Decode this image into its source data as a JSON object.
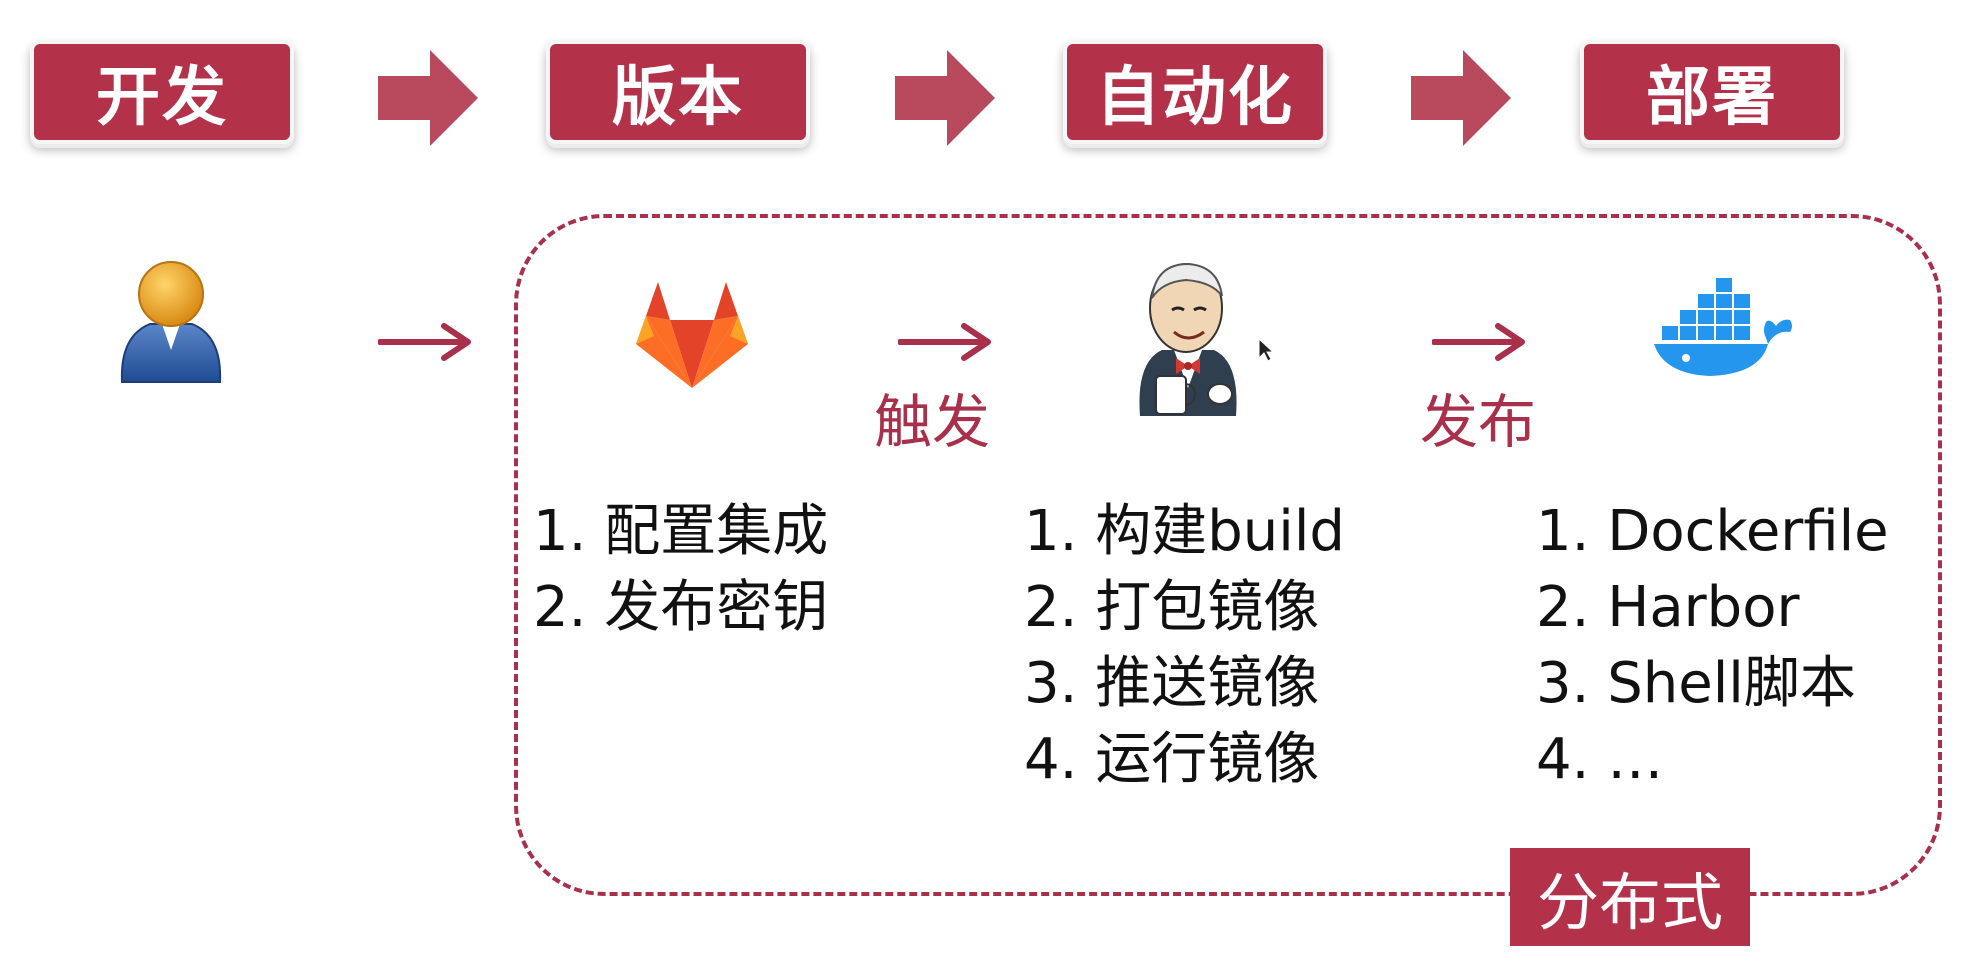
{
  "stages": [
    "开发",
    "版本",
    "自动化",
    "部署"
  ],
  "flow_labels": {
    "trigger": "触发",
    "publish": "发布"
  },
  "gitlab_steps": [
    "1. 配置集成",
    "2. 发布密钥"
  ],
  "jenkins_steps": [
    "1. 构建build",
    "2. 打包镜像",
    "3. 推送镜像",
    "4. 运行镜像"
  ],
  "deploy_steps": [
    "1. Dockerfile",
    "2. Harbor",
    "3. Shell脚本",
    "4. …"
  ],
  "distributed_badge": "分布式",
  "icons": [
    "user-icon",
    "gitlab-icon",
    "jenkins-icon",
    "docker-icon"
  ],
  "colors": {
    "accent": "#b3324a",
    "dashed": "#a8304a"
  }
}
